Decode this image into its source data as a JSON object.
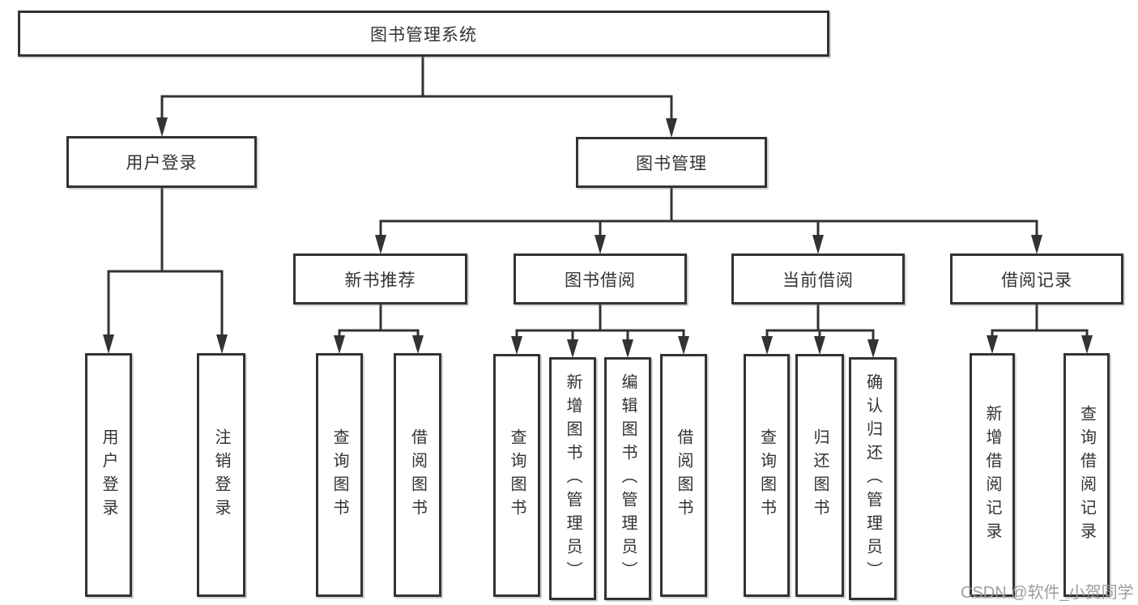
{
  "root": {
    "label": "图书管理系统"
  },
  "level2": {
    "user_login": "用户登录",
    "book_mgmt": "图书管理"
  },
  "level3": {
    "recommend": "新书推荐",
    "borrow": "图书借阅",
    "current": "当前借阅",
    "records": "借阅记录"
  },
  "leaves": {
    "login": [
      "用户登录",
      "注销登录"
    ],
    "recommend": [
      "查询图书",
      "借阅图书"
    ],
    "borrow": [
      "查询图书",
      "新增图书（管理员）",
      "编辑图书（管理员）",
      "借阅图书"
    ],
    "current": [
      "查询图书",
      "归还图书",
      "确认归还（管理员）"
    ],
    "records": [
      "新增借阅记录",
      "查询借阅记录"
    ]
  },
  "watermark": "CSDN @软件_小贺同学",
  "colors": {
    "line": "#333333",
    "box_border": "#333333",
    "box_fill": "#ffffff",
    "text": "#333333",
    "watermark": "#989898"
  }
}
